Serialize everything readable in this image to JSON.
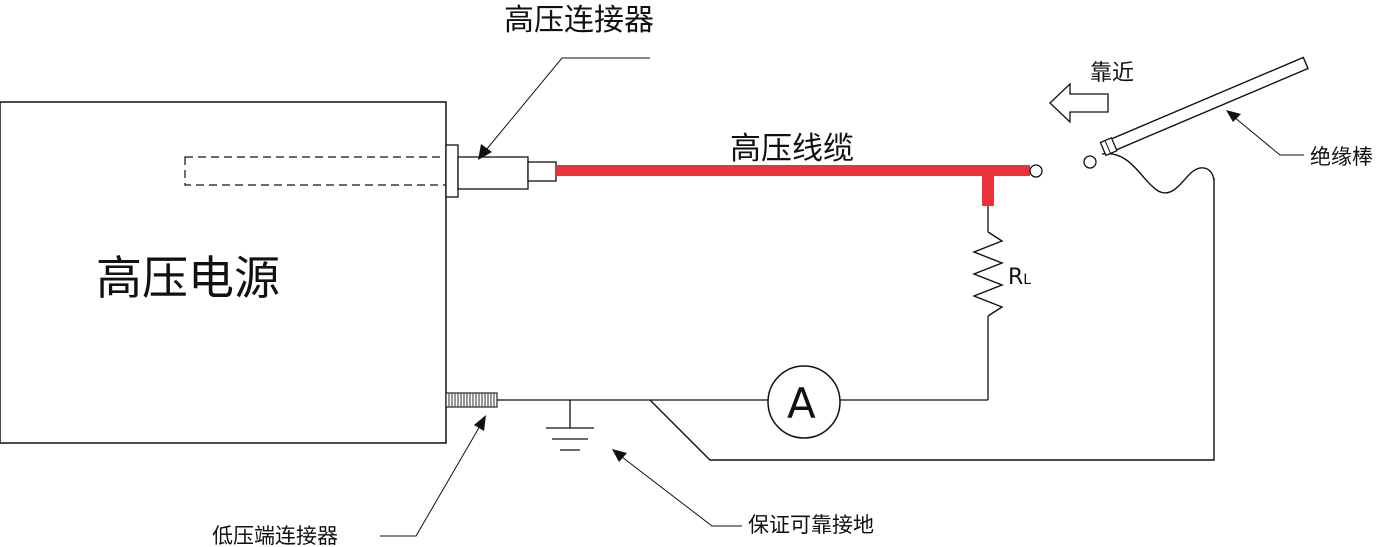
{
  "labels": {
    "hv_connector": "高压连接器",
    "hv_supply": "高压电源",
    "hv_cable": "高压线缆",
    "approach": "靠近",
    "insulating_rod": "绝缘棒",
    "load_resistor_main": "R",
    "load_resistor_sub": "L",
    "ammeter": "A",
    "lv_connector": "低压端连接器",
    "ground_note": "保证可靠接地"
  },
  "colors": {
    "cable": "#e8323c",
    "line": "#111111"
  },
  "icons": {
    "approach_arrow": "left-arrow-icon",
    "ground": "ground-symbol-icon",
    "resistor": "zigzag-resistor-icon"
  }
}
